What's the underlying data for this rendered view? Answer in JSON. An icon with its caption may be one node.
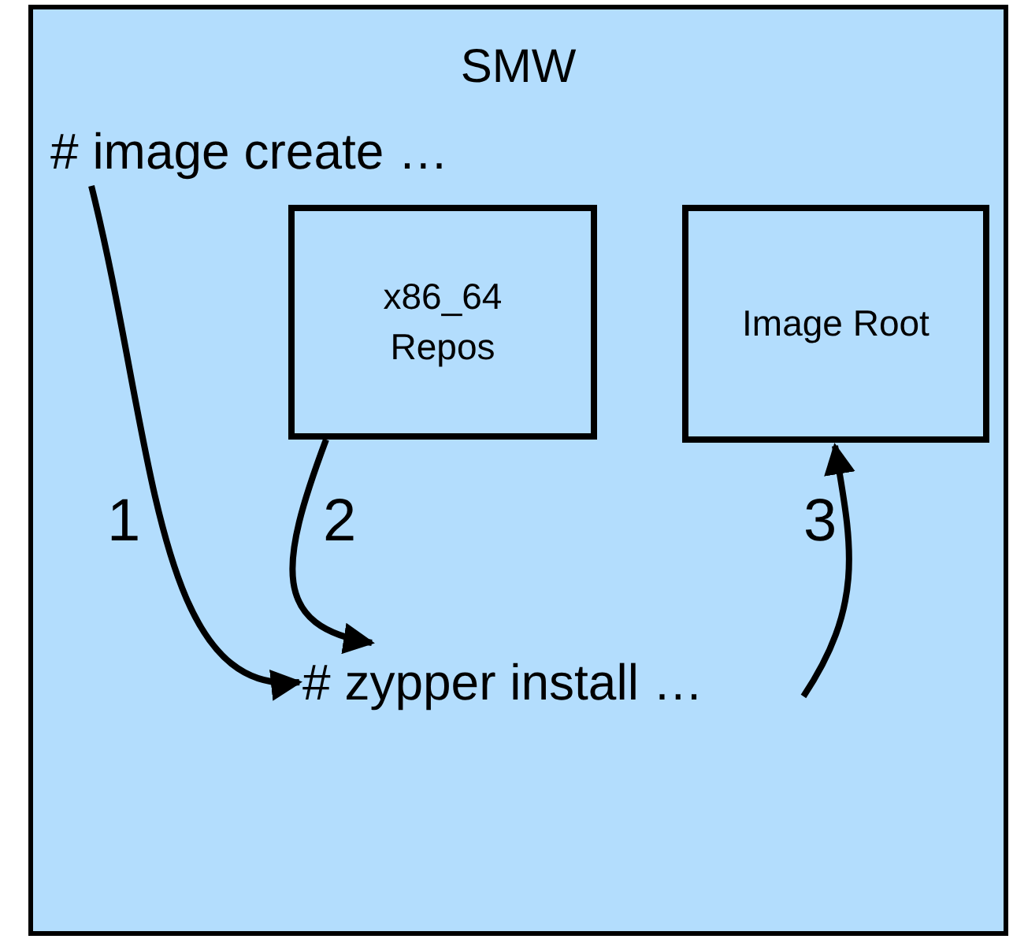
{
  "diagram": {
    "nodes": [
      {
        "text": [
          "SMW"
        ]
      },
      {
        "text": [
          "# image create …"
        ],
        "in": 0
      },
      {
        "text": [
          "x86_64 Repos"
        ],
        "in": 0
      },
      {
        "text": [
          "Image Root"
        ],
        "in": 0
      },
      {
        "text": [
          "# zypper install …"
        ],
        "in": 0
      }
    ],
    "edges": [
      {
        "from": 1,
        "to": 4,
        "arrow": "to",
        "label": "1"
      },
      {
        "from": 2,
        "to": 4,
        "arrow": "to",
        "label": "2"
      },
      {
        "from": 4,
        "to": 3,
        "arrow": "to",
        "label": "3"
      }
    ]
  }
}
